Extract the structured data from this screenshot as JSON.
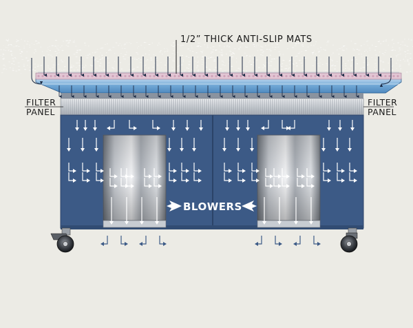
{
  "labels": {
    "mats": "1/2” THICK ANTI-SLIP MATS",
    "filter_left_line1": "FILTER",
    "filter_left_line2": "PANEL",
    "filter_right_line1": "FILTER",
    "filter_right_line2": "PANEL",
    "blowers": "BLOWERS"
  },
  "colors": {
    "background": "#ecebe5",
    "cabinet": "#3c5a86",
    "cabinet_edge": "#2b4368",
    "mat_pink": "#e2c6d4",
    "mat_blue": "#6fa6d4",
    "filter_gray": "#c8ccd2",
    "arrow_dark": "#1b2a44",
    "arrow_light": "#ffffff"
  },
  "icons": {
    "caster": "caster-wheel-icon",
    "airflow_down": "arrow-down-icon",
    "airflow_bent": "arrow-bent-icon"
  }
}
